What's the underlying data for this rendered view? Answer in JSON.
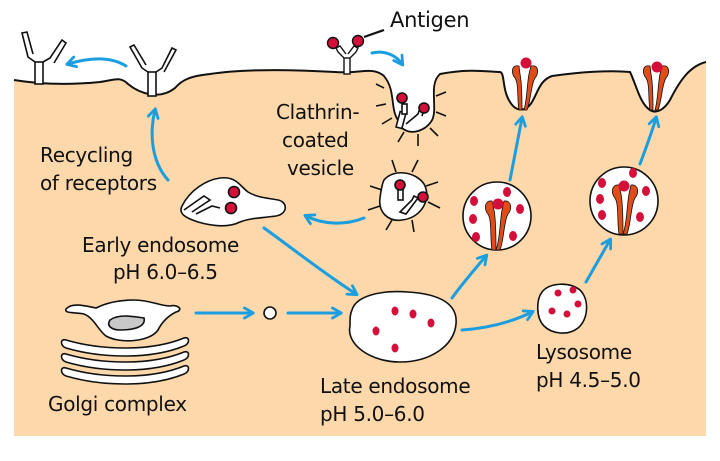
{
  "colors": {
    "cytoplasm": "#fcd8ab",
    "membrane": "#111111",
    "arrow": "#1a9ee0",
    "antigen": "#d40f3a",
    "mhc": "#e04d18",
    "vesicle": "#ffffff",
    "golgi_lumen": "#c8c8c8"
  },
  "labels": {
    "antigen": "Antigen",
    "clathrin_line1": "Clathrin-",
    "clathrin_line2": "coated",
    "clathrin_line3": "vesicle",
    "recycling_line1": "Recycling",
    "recycling_line2": "of receptors",
    "early_endosome_name": "Early endosome",
    "early_endosome_ph": "pH 6.0–6.5",
    "golgi": "Golgi complex",
    "late_endosome_name": "Late endosome",
    "late_endosome_ph": "pH 5.0–6.0",
    "lysosome_name": "Lysosome",
    "lysosome_ph": "pH 4.5–5.0"
  }
}
